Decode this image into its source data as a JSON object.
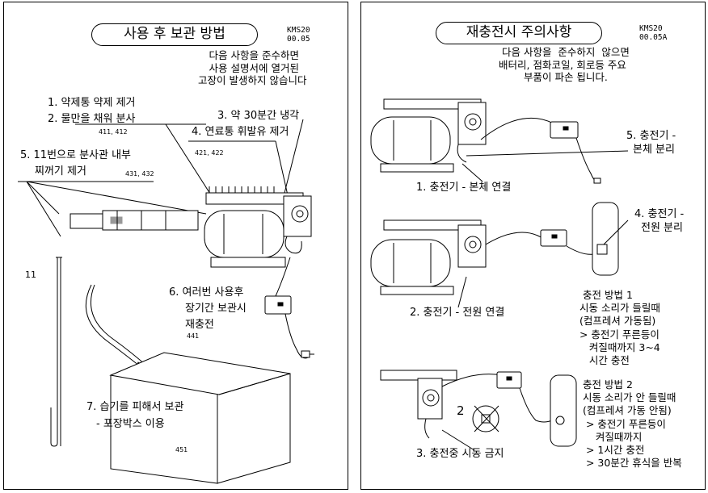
{
  "left": {
    "title": "사용 후 보관 방법",
    "code_line1": "KMS20",
    "code_line2": "00.05",
    "intro": [
      "다음 사항을 준수하면",
      "사용 설명서에 열거된",
      "고장이 발생하지 않습니다"
    ],
    "step1": "1. 약제통 약제 제거",
    "step2": "2. 물만을 채워 분사",
    "step2_ref": "411, 412",
    "step3": "3. 약 30분간 냉각",
    "step4": "4. 연료통 휘발유  제거",
    "step4_ref": "421, 422",
    "step5_line1": "5. 11번으로 분사관 내부",
    "step5_line2": "찌꺼기 제거",
    "step5_ref": "431, 432",
    "rod_label": "11",
    "step6": [
      "6. 여러번 사용후",
      "장기간 보관시",
      "재충전"
    ],
    "step6_ref": "441",
    "step7_line1": "7. 습기를 피해서 보관",
    "step7_line2": "- 포장박스 이용",
    "box_ref": "451"
  },
  "right": {
    "title": "재충전시 주의사항",
    "code_line1": "KMS20",
    "code_line2": "00.05A",
    "intro": [
      "다음 사항을  준수하지  않으면",
      "배터리, 점화코일, 회로등 주요",
      "부품이 파손 됩니다."
    ],
    "step1": "1. 충전기 - 본체 연결",
    "step2": "2. 충전기 -  전원 연결",
    "step3": "3. 충전중 시동 금지",
    "step3_marker": "2",
    "step4": [
      "4. 충전기 -",
      "전원 분리"
    ],
    "step5": [
      "5. 충전기 -",
      "본체 분리"
    ],
    "method1": [
      "충전 방법 1",
      " 시동 소리가 들릴때",
      " (컴프레셔 가동됨)",
      " > 충전기 푸른등이",
      "    켜질때까지 3~4",
      "    시간 충전"
    ],
    "method2": [
      "충전 방법 2",
      "시동 소리가 안 들릴때",
      "(컴프레셔 가동 안됨)",
      " > 충전기 푸른등이",
      "    켜질때까지",
      " > 1시간 충전",
      " > 30분간 휴식을 반복"
    ]
  }
}
